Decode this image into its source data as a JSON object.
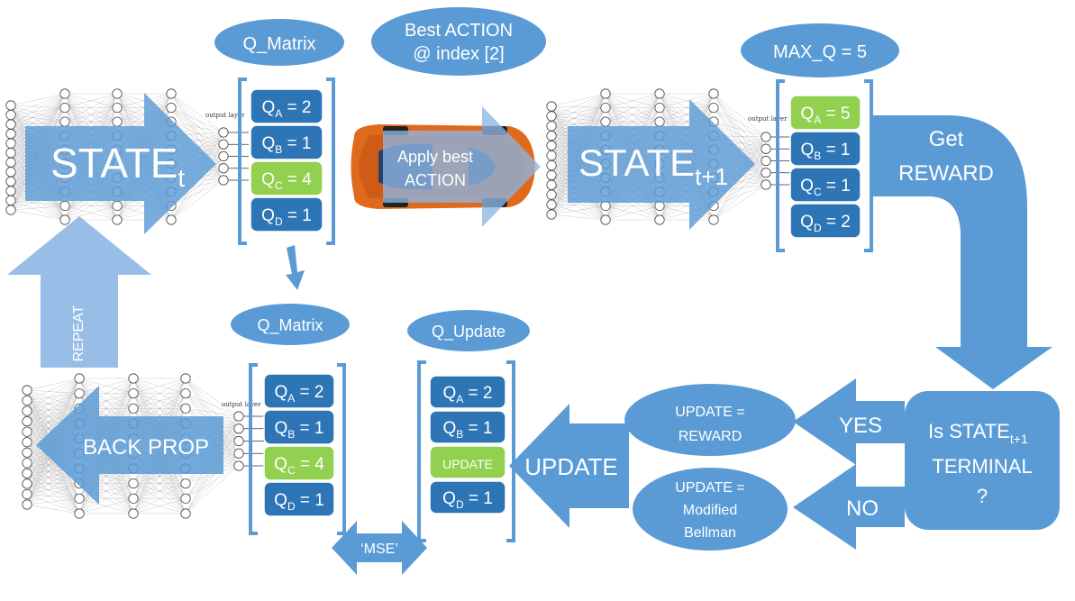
{
  "colors": {
    "arrow": "#5b9bd5",
    "arrow_light": "#8db6e3",
    "box_dark": "#2e75b6",
    "box_green": "#92d050",
    "ellipse": "#5b9bd5",
    "bracket": "#5b9bd5",
    "car_body": "#e06a1c"
  },
  "top": {
    "q_matrix_label": "Q_Matrix",
    "best_action_line1": "Best ACTION",
    "best_action_line2": "@ index [2]",
    "max_q_label": "MAX_Q = 5",
    "state_t_main": "STATE",
    "state_t_sub": "t",
    "state_t1_main": "STATE",
    "state_t1_sub": "t+1",
    "apply_line1": "Apply best",
    "apply_line2": "ACTION",
    "output_layer": "output layer",
    "q_left": [
      {
        "letter": "Q",
        "sub": "A",
        "rest": "= 2",
        "green": false
      },
      {
        "letter": "Q",
        "sub": "B",
        "rest": "= 1",
        "green": false
      },
      {
        "letter": "Q",
        "sub": "C",
        "rest": "= 4",
        "green": true
      },
      {
        "letter": "Q",
        "sub": "D",
        "rest": "= 1",
        "green": false
      }
    ],
    "q_right": [
      {
        "letter": "Q",
        "sub": "A",
        "rest": "= 5",
        "green": true
      },
      {
        "letter": "Q",
        "sub": "B",
        "rest": "= 1",
        "green": false
      },
      {
        "letter": "Q",
        "sub": "C",
        "rest": "= 1",
        "green": false
      },
      {
        "letter": "Q",
        "sub": "D",
        "rest": "= 2",
        "green": false
      }
    ],
    "get_reward_line1": "Get",
    "get_reward_line2": "REWARD"
  },
  "bottom": {
    "repeat_label": "REPEAT",
    "back_prop_label": "BACK PROP",
    "q_matrix_label": "Q_Matrix",
    "q_update_label": "Q_Update",
    "mse_label": "‘MSE’",
    "update_arrow_label": "UPDATE",
    "yes_label": "YES",
    "no_label": "NO",
    "update_reward_line1": "UPDATE =",
    "update_reward_line2": "REWARD",
    "update_bellman_line1": "UPDATE =",
    "update_bellman_line2": "Modified",
    "update_bellman_line3": "Bellman",
    "terminal_line1_main": "Is STATE",
    "terminal_line1_sub": "t+1",
    "terminal_line2": "TERMINAL",
    "terminal_line3": "?",
    "output_layer": "output layer",
    "q_matrix": [
      {
        "letter": "Q",
        "sub": "A",
        "rest": "= 2",
        "green": false
      },
      {
        "letter": "Q",
        "sub": "B",
        "rest": "= 1",
        "green": false
      },
      {
        "letter": "Q",
        "sub": "C",
        "rest": "= 4",
        "green": true
      },
      {
        "letter": "Q",
        "sub": "D",
        "rest": "= 1",
        "green": false
      }
    ],
    "q_update": [
      {
        "letter": "Q",
        "sub": "A",
        "rest": "= 2",
        "green": false
      },
      {
        "letter": "Q",
        "sub": "B",
        "rest": "= 1",
        "green": false
      },
      {
        "letter": "UPDATE",
        "sub": "",
        "rest": "",
        "green": true
      },
      {
        "letter": "Q",
        "sub": "D",
        "rest": "= 1",
        "green": false
      }
    ]
  }
}
